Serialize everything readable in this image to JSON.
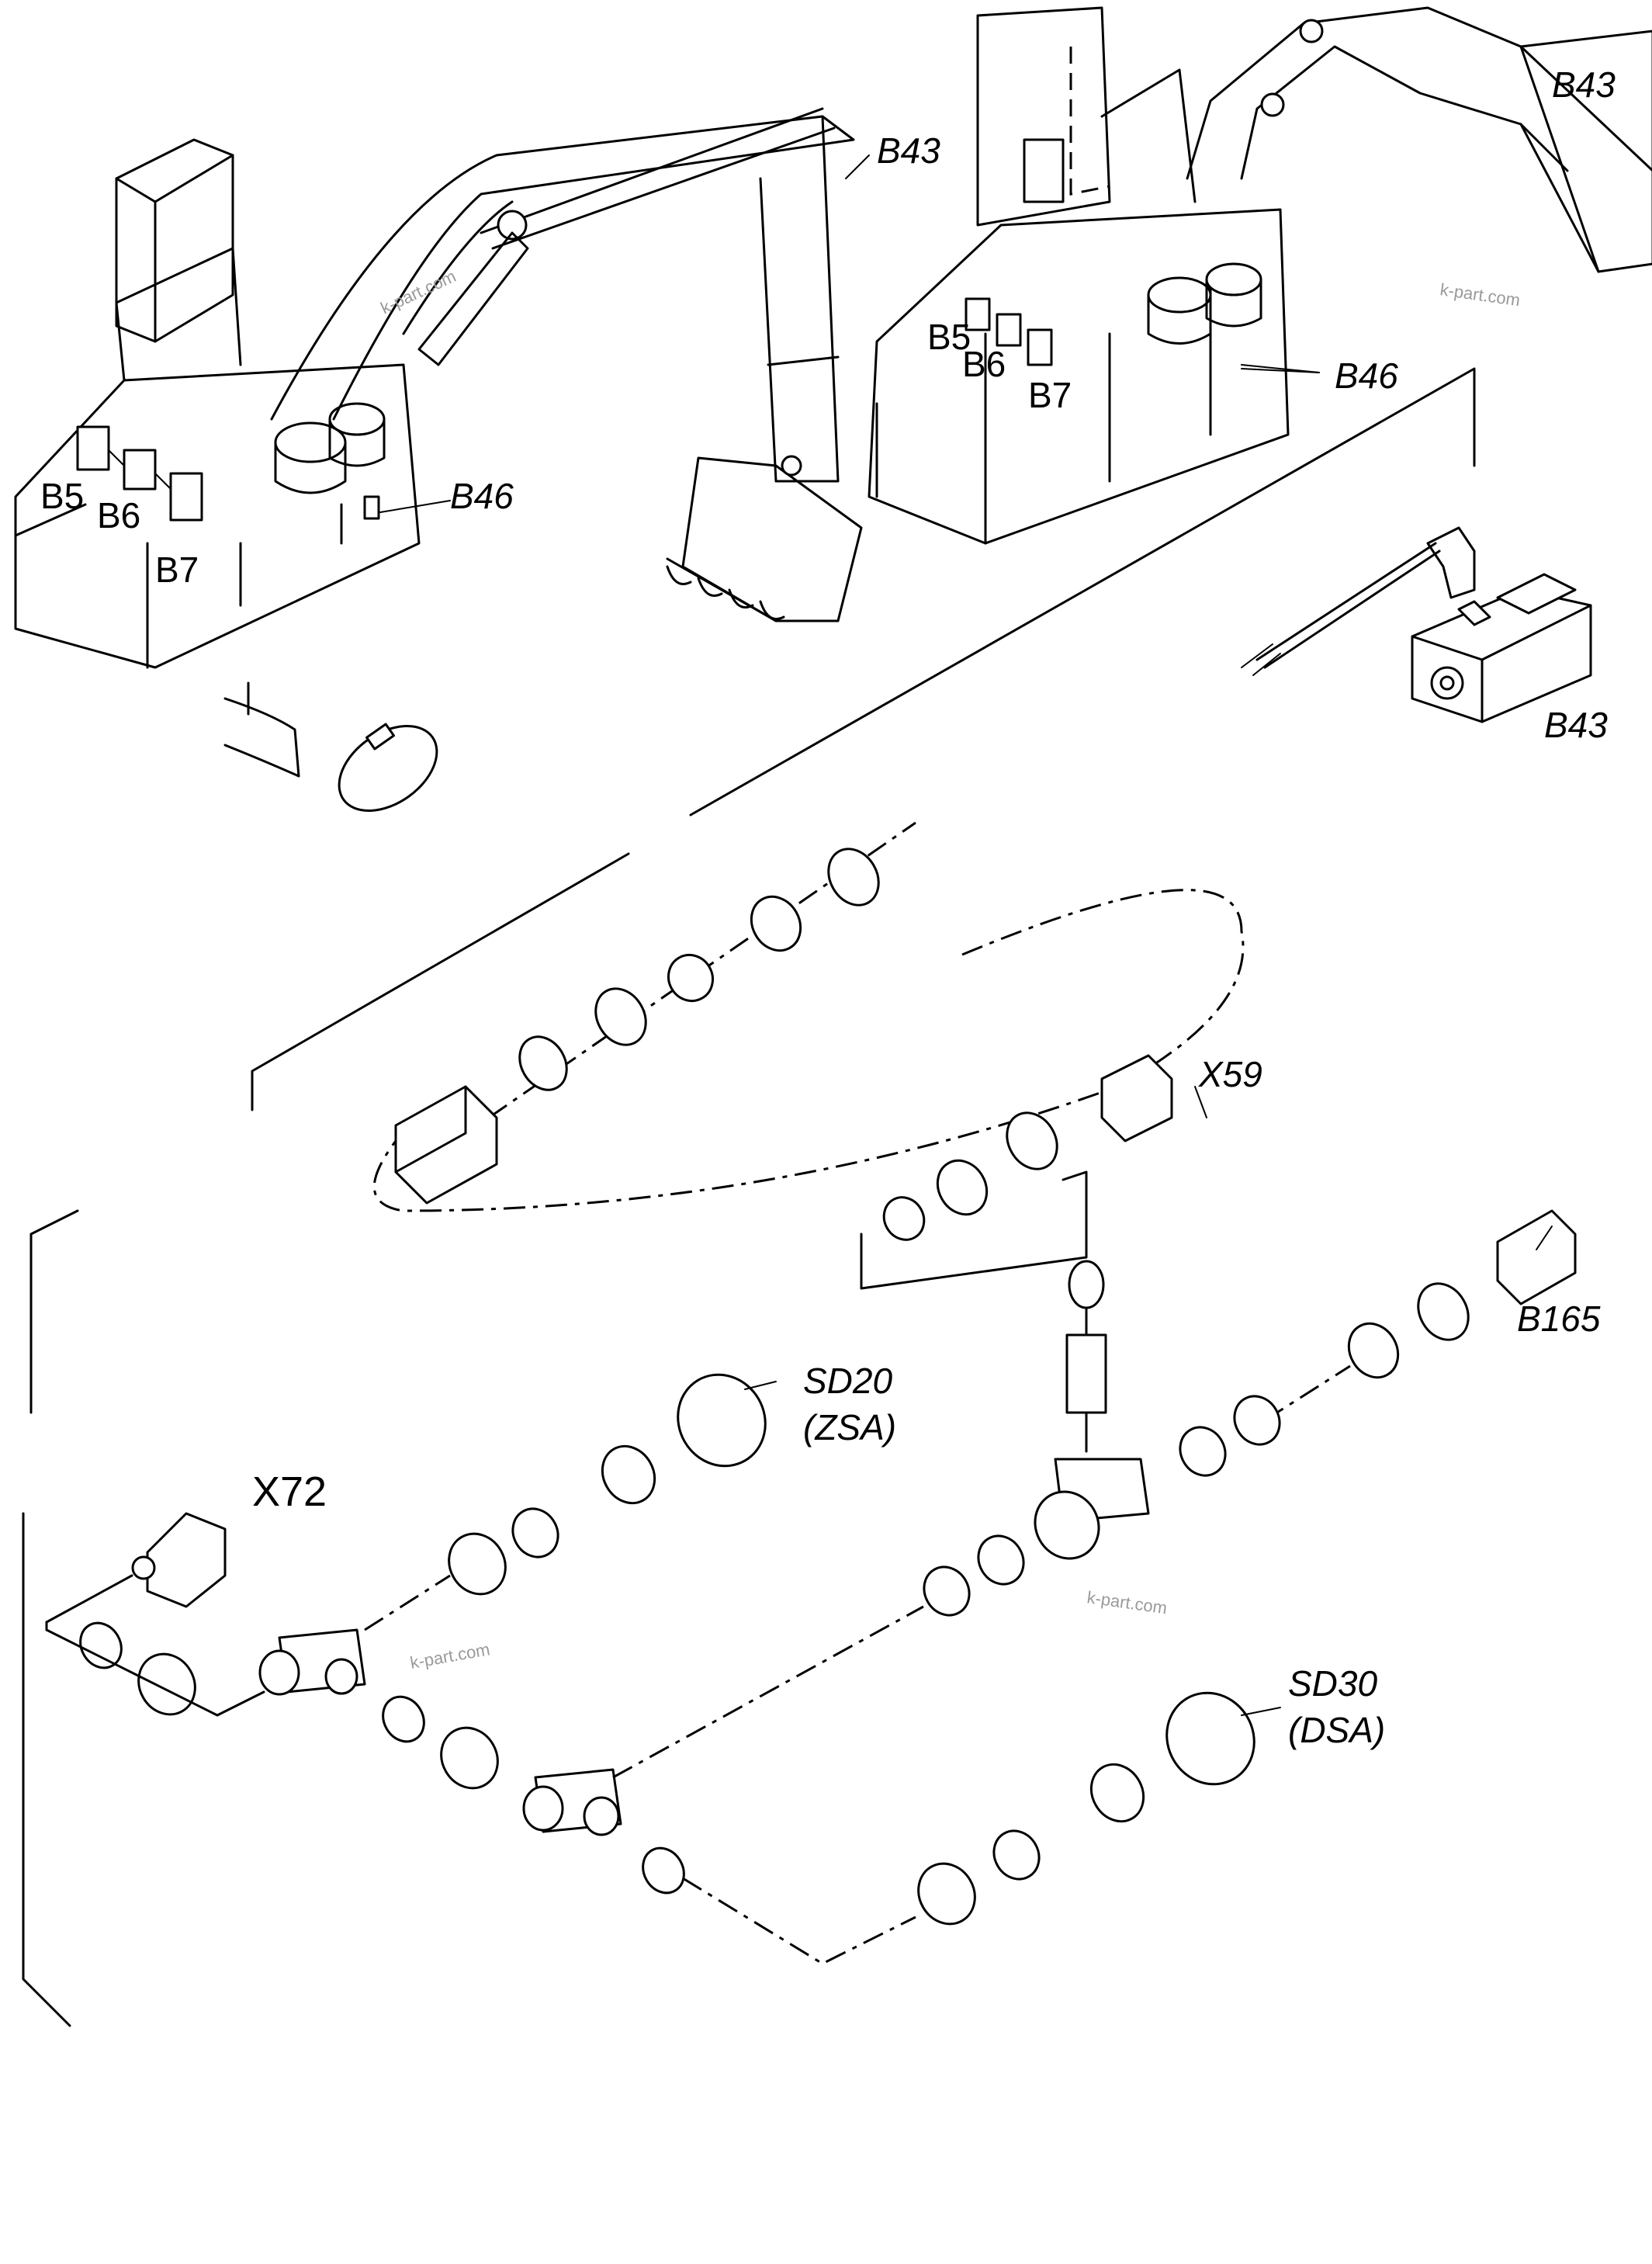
{
  "labels": {
    "b43_top_left": "B43",
    "b43_top_right": "B43",
    "b43_valve": "B43",
    "b46_left": "B46",
    "b46_right": "B46",
    "b5_left": "B5",
    "b6_left": "B6",
    "b7_left": "B7",
    "b5_right": "B5",
    "b6_right": "B6",
    "b7_right": "B7",
    "x59": "X59",
    "x72": "X72",
    "b165": "B165",
    "sd20": "SD20",
    "sd20_sub": "(ZSA)",
    "sd30": "SD30",
    "sd30_sub": "(DSA)"
  },
  "watermarks": [
    "k-part.com",
    "k-part.com",
    "k-part.com",
    "k-part.com"
  ]
}
